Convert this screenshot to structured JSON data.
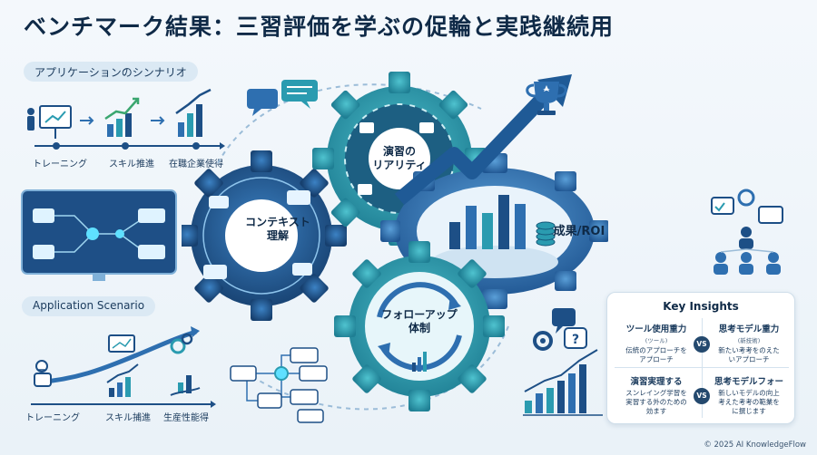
{
  "title": "ベンチマーク結果：三習評価を学ぶの促輪と実践継続用",
  "top_scenario": {
    "heading": "アプリケーションのシンナリオ",
    "steps": [
      "トレーニング",
      "スキル推進",
      "在職企業使得"
    ]
  },
  "bottom_scenario": {
    "heading": "Application Scenario",
    "steps": [
      "トレーニング",
      "スキル捕進",
      "生産性能得"
    ]
  },
  "gears": {
    "context": [
      "コンテキスト",
      "理解"
    ],
    "practice": [
      "演習の",
      "リアリティ"
    ],
    "results": [
      "成果/ROI"
    ],
    "followup": [
      "フォローアップ",
      "体制"
    ]
  },
  "insights": {
    "title": "Key Insights",
    "vs_label": "VS",
    "top_left": {
      "heading": "ツール使用重力",
      "sub": "(ツール)",
      "desc": [
        "伝統のアプローチを",
        "アプローチ"
      ]
    },
    "top_right": {
      "heading": "思考モデル重力",
      "sub": "(新技術)",
      "desc": [
        "新たい考考をのえた",
        "いアプローチ"
      ]
    },
    "bottom_left": {
      "heading": "演習実理する",
      "sub": "",
      "desc": [
        "スンレイング学習を",
        "実習する外のための",
        "効ます"
      ]
    },
    "bottom_right": {
      "heading": "思考モデルフォー",
      "sub": "",
      "desc": [
        "新しいモデルの向上",
        "考えた考考の範業を",
        "に撰じます"
      ]
    }
  },
  "footer": "© 2025 AI KnowledgeFlow",
  "colors": {
    "navy": "#1d4f86",
    "blue": "#2e6fb0",
    "teal": "#2a9bb0",
    "light_teal": "#5fc4cf",
    "title": "#0f2a47"
  },
  "icons": [
    "presentation-icon",
    "growth-chart-icon",
    "trophy-icon",
    "coin-stack-icon",
    "chat-bubble-icon",
    "team-icon",
    "settings-icon",
    "question-icon",
    "cycle-arrow-icon",
    "workflow-icon"
  ]
}
